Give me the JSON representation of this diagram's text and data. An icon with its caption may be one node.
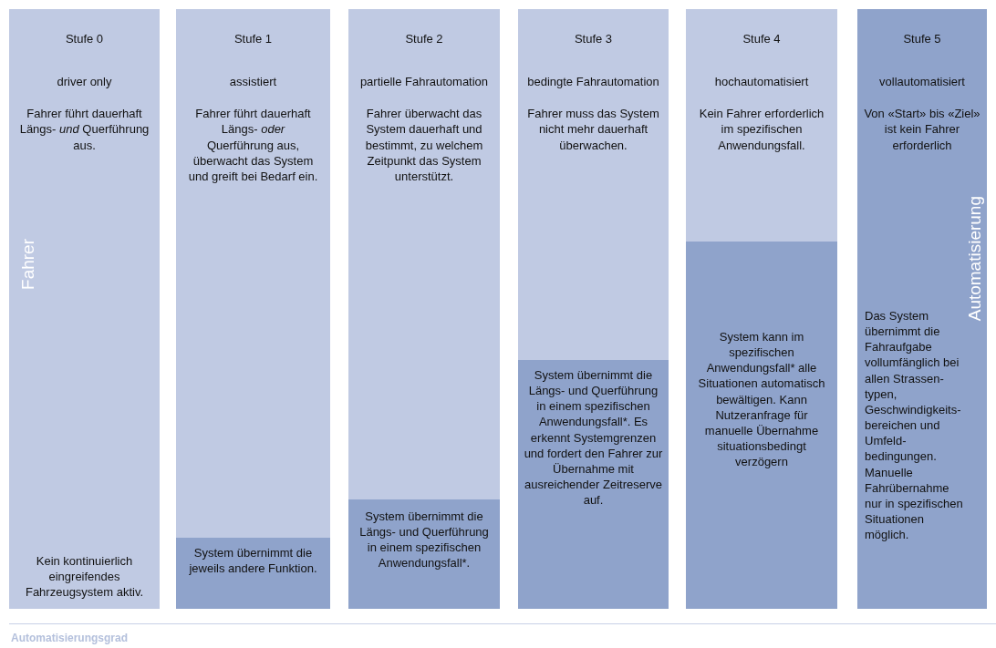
{
  "diagram": {
    "nodes": [
      {
        "text": [
          "Stufe 0",
          "driver only",
          "Fahrer führt dauerhaft Längs- *und* Querführung aus.",
          "Kein kontinuierlich eingreifendes Fahrzeugsystem aktiv."
        ]
      },
      {
        "text": [
          "Stufe 1",
          "assistiert",
          "Fahrer führt dauerhaft Längs- *oder* Querführung aus, überwacht das System und greift bei Bedarf ein."
        ]
      },
      {
        "text": [
          "System übernimmt die jeweils andere Funktion."
        ],
        "in": 1
      },
      {
        "text": [
          "Stufe 2",
          "partielle Fahrautomation",
          "Fahrer überwacht das System dauerhaft und bestimmt, zu welchem Zeitpunkt das System unterstützt."
        ]
      },
      {
        "text": [
          "System übernimmt die Längs- und Querführung in einem spezifischen Anwendungsfall*."
        ],
        "in": 3
      },
      {
        "text": [
          "Stufe 3",
          "bedingte Fahrautomation",
          "Fahrer muss das System nicht mehr dauerhaft überwachen."
        ]
      },
      {
        "text": [
          "System übernimmt die Längs- und Querführung in einem spezifischen Anwendungsfall*. Es erkennt Systemgrenzen und fordert den Fahrer zur Übernahme mit ausreichender Zeitreserve auf."
        ],
        "in": 5
      },
      {
        "text": [
          "Stufe 4",
          "hochautomatisiert",
          "Kein Fahrer erforderlich im spezifischen Anwendungsfall."
        ]
      },
      {
        "text": [
          "System kann im spezifischen Anwendungsfall* alle Situationen automatisch bewältigen. Kann Nutzeranfrage für manuelle Übernahme situationsbedingt verzögern"
        ],
        "in": 7
      },
      {
        "text": [
          "Stufe 5",
          "vollautomatisiert",
          "Von «Start» bis «Ziel» ist kein Fahrer erforderlich",
          "Das System übernimmt die Fahraufgabe vollumfänglich bei allen Strassen- typen, Geschwindigkeits- bereichen und Umfeld- bedingungen. Manuelle Fahrübernahme nur in spezifischen Situationen möglich."
        ]
      }
    ],
    "labels": [
      "Fahrer",
      "Automatisierung",
      "Automatisierungsgrad"
    ]
  }
}
